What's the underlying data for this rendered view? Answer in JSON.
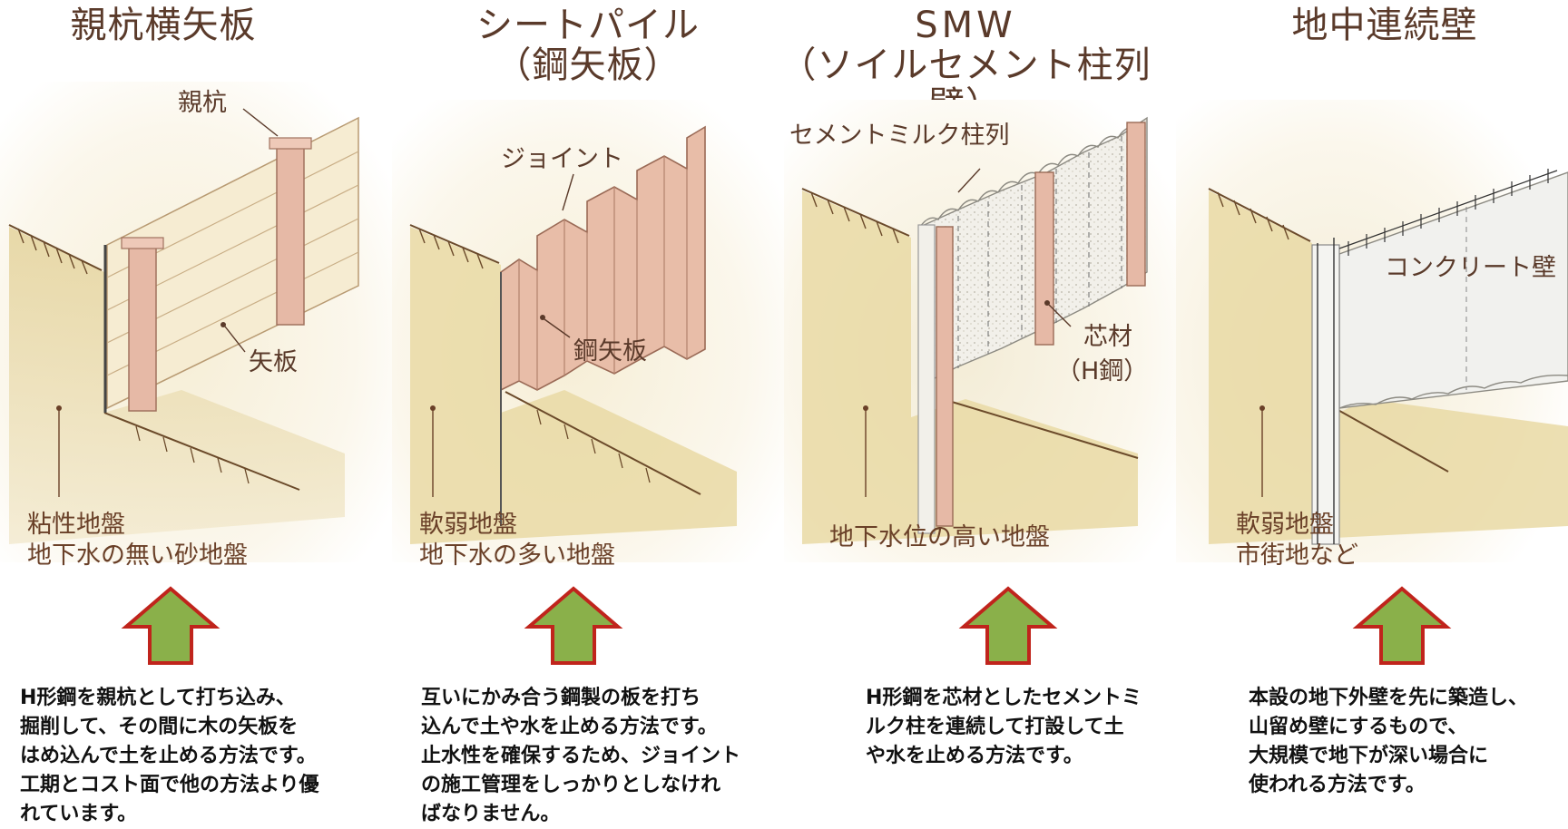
{
  "colors": {
    "title": "#5a3a2a",
    "soil_fill": "#e7d9a8",
    "ground_ink": "#6b4a2a",
    "pile": "#e6b9a6",
    "pile_edge": "#a0725e",
    "board": "#f3e8cf",
    "arrow_fill": "#8ab04a",
    "arrow_edge": "#c0241c",
    "concrete": "#f1f1ee"
  },
  "panels": [
    {
      "title": [
        "親杭横矢板"
      ],
      "labels": [
        "親杭",
        "矢板"
      ],
      "soil": [
        "粘性地盤",
        "地下水の無い砂地盤"
      ],
      "desc": [
        "H形鋼を親杭として打ち込み、",
        "掘削して、その間に木の矢板を",
        "はめ込んで土を止める方法です。",
        "工期とコスト面で他の方法より優",
        "れています。"
      ]
    },
    {
      "title": [
        "シートパイル",
        "（鋼矢板）"
      ],
      "labels": [
        "ジョイント",
        "鋼矢板"
      ],
      "soil": [
        "軟弱地盤",
        "地下水の多い地盤"
      ],
      "desc": [
        "互いにかみ合う鋼製の板を打ち",
        "込んで土や水を止める方法です。",
        "止水性を確保するため、ジョイント",
        "の施工管理をしっかりとしなけれ",
        "ばなりません。"
      ]
    },
    {
      "title": [
        "SMW",
        "（ソイルセメント柱列壁）"
      ],
      "labels": [
        "セメントミルク柱列",
        "芯材",
        "（H鋼）"
      ],
      "soil": [
        "地下水位の高い地盤"
      ],
      "desc": [
        "H形鋼を芯材としたセメントミ",
        "ルク柱を連続して打設して土",
        "や水を止める方法です。"
      ]
    },
    {
      "title": [
        "地中連続壁"
      ],
      "labels": [
        "コンクリート壁"
      ],
      "soil": [
        "軟弱地盤",
        "市街地など"
      ],
      "desc": [
        "本設の地下外壁を先に築造し、",
        "山留め壁にするもので、",
        "大規模で地下が深い場合に",
        "使われる方法です。"
      ]
    }
  ]
}
